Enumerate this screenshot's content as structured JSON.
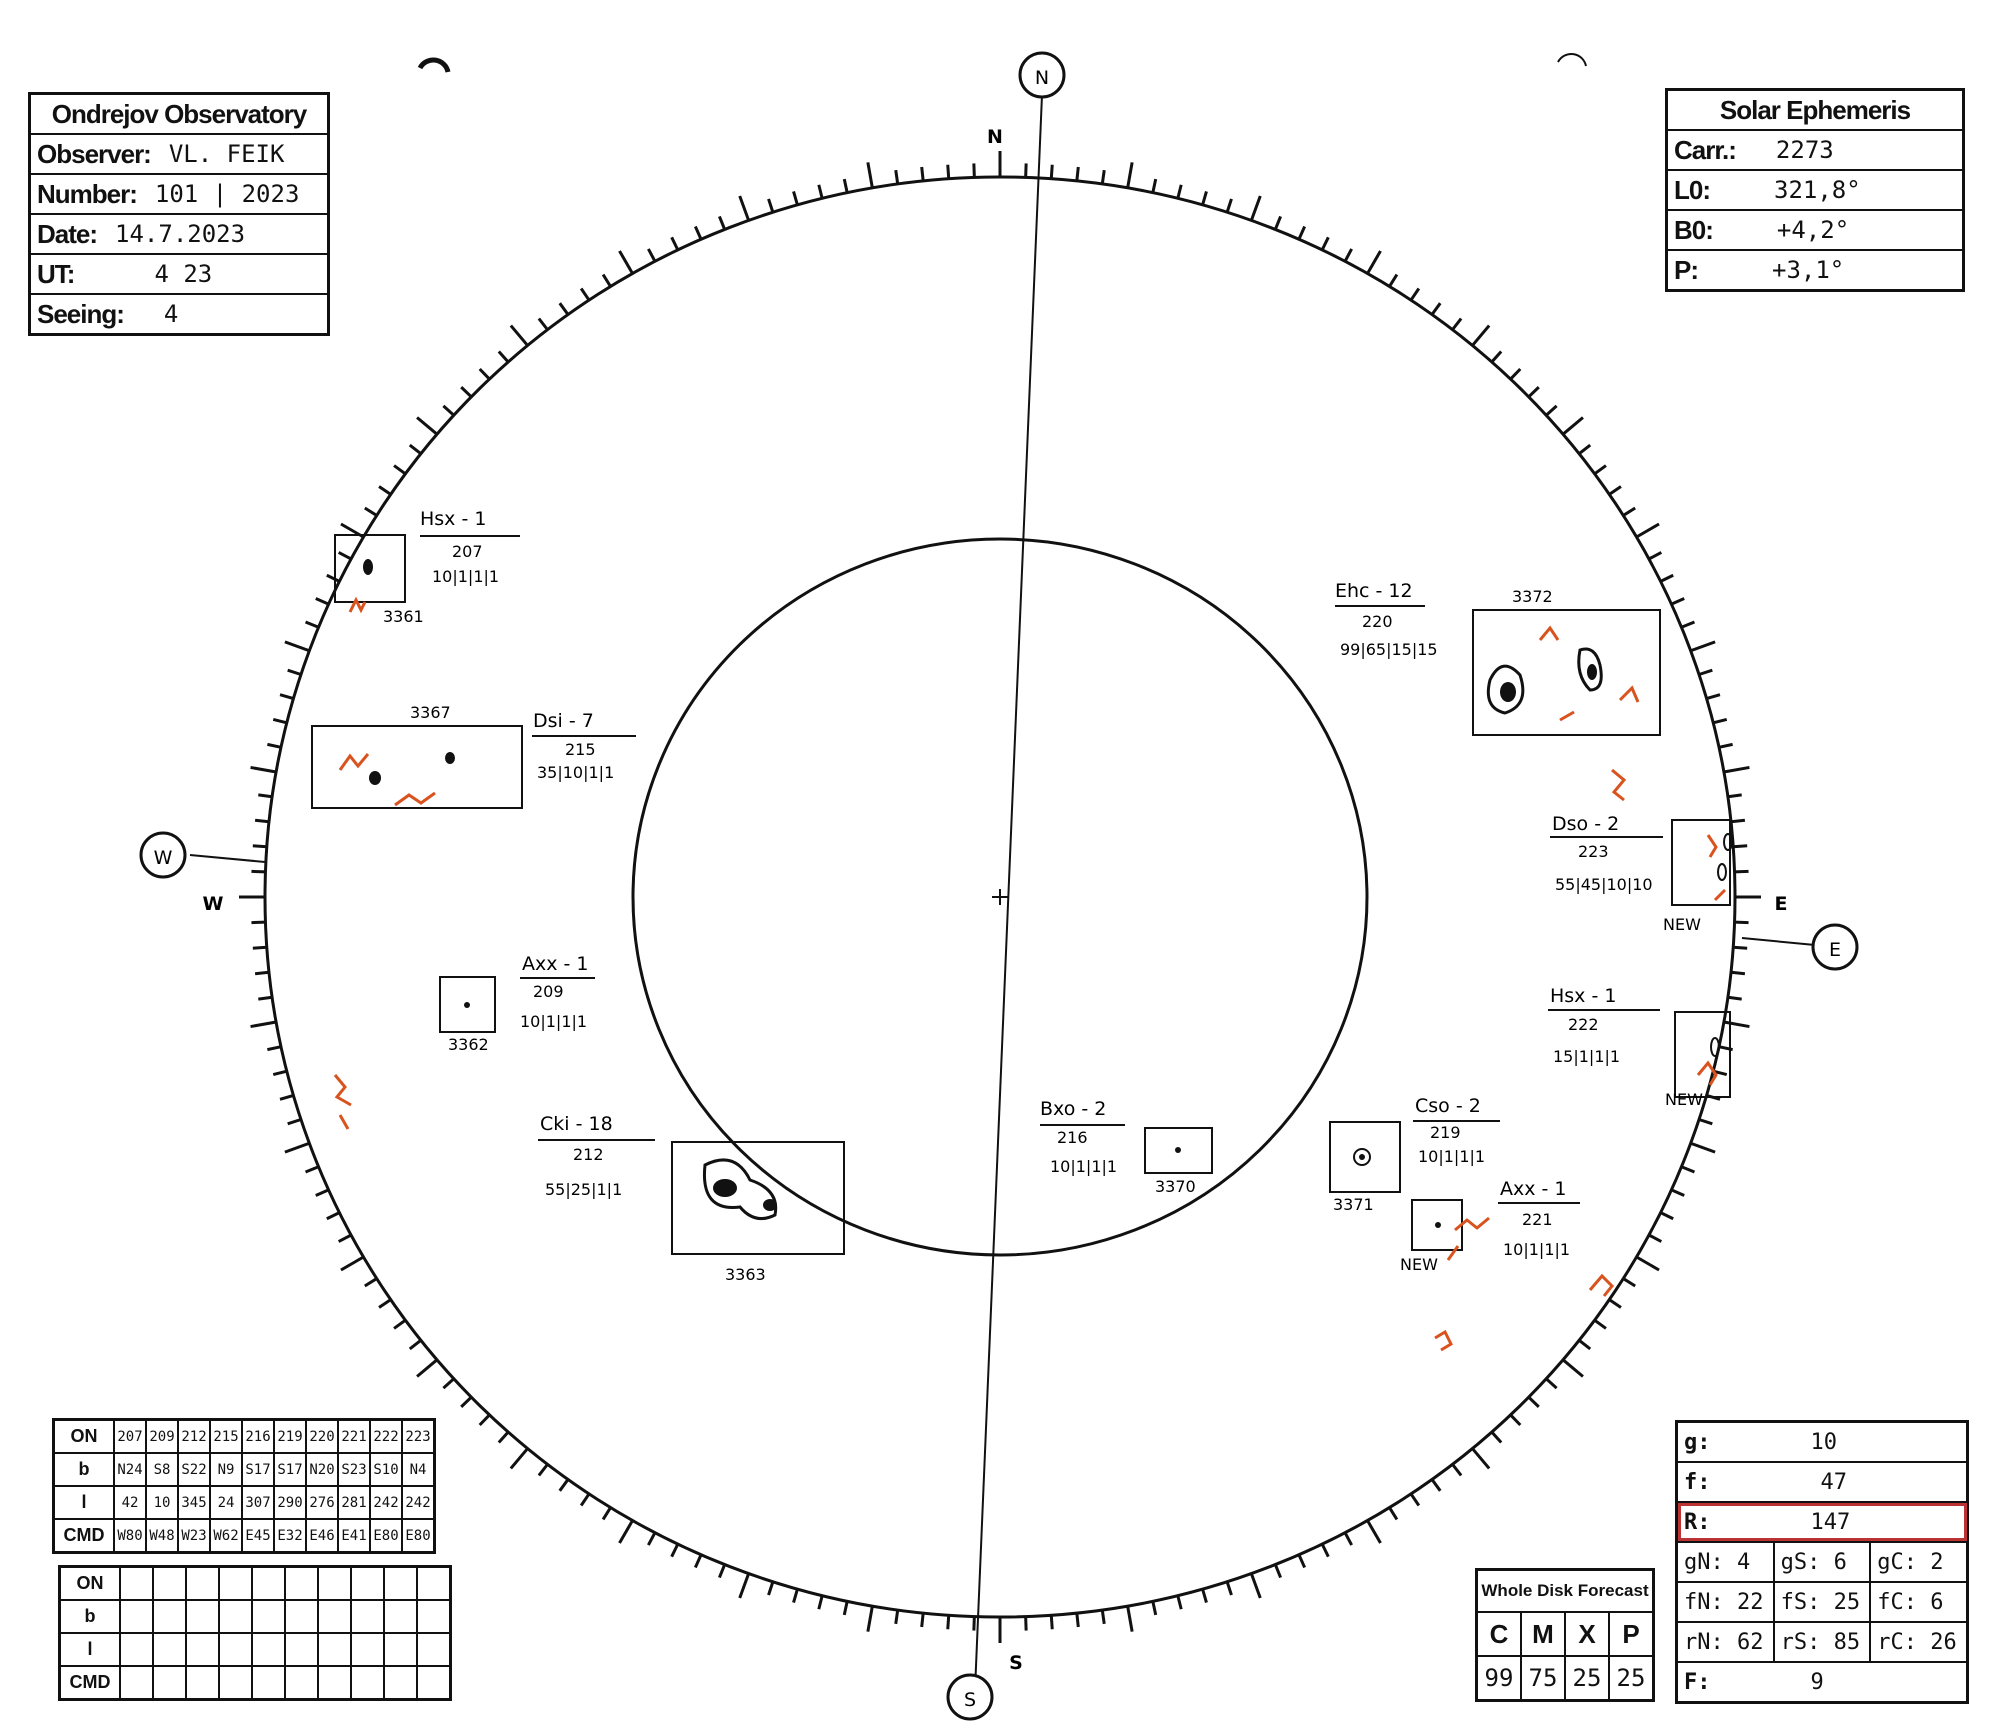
{
  "observatory": {
    "title": "Ondrejov Observatory",
    "observer_label": "Observer:",
    "observer": "VL. FEIK",
    "number_label": "Number:",
    "number": "101 | 2023",
    "date_label": "Date:",
    "date": "14.7.2023",
    "ut_label": "UT:",
    "ut": "4 23",
    "seeing_label": "Seeing:",
    "seeing": "4"
  },
  "ephemeris": {
    "title": "Solar Ephemeris",
    "carr_label": "Carr.:",
    "carr": "2273",
    "l0_label": "L0:",
    "l0": "321,8°",
    "b0_label": "B0:",
    "b0": "+4,2°",
    "p_label": "P:",
    "p": "+3,1°"
  },
  "compass": {
    "n": "N",
    "s": "S",
    "e": "E",
    "w": "W"
  },
  "groups": [
    {
      "cls": "Hsx - 1",
      "carr": "207",
      "counts": "10|1|1|1",
      "noaa": "3361"
    },
    {
      "cls": "Dsi - 7",
      "carr": "215",
      "counts": "35|10|1|1",
      "noaa": "3367"
    },
    {
      "cls": "Axx - 1",
      "carr": "209",
      "counts": "10|1|1|1",
      "noaa": "3362"
    },
    {
      "cls": "Cki - 18",
      "carr": "212",
      "counts": "55|25|1|1",
      "noaa": "3363"
    },
    {
      "cls": "Bxo - 2",
      "carr": "216",
      "counts": "10|1|1|1",
      "noaa": "3370"
    },
    {
      "cls": "Cso - 2",
      "carr": "219",
      "counts": "10|1|1|1",
      "noaa": "3371"
    },
    {
      "cls": "Axx - 1",
      "carr": "221",
      "counts": "10|1|1|1",
      "noaa": "NEW"
    },
    {
      "cls": "Ehc - 12",
      "carr": "220",
      "counts": "99|65|15|15",
      "noaa": "3372"
    },
    {
      "cls": "Dso - 2",
      "carr": "223",
      "counts": "55|45|10|10",
      "noaa": "NEW"
    },
    {
      "cls": "Hsx - 1",
      "carr": "222",
      "counts": "15|1|1|1",
      "noaa": "NEW"
    }
  ],
  "position_table": {
    "row_labels": [
      "ON",
      "b",
      "l",
      "CMD"
    ],
    "on": [
      "207",
      "209",
      "212",
      "215",
      "216",
      "219",
      "220",
      "221",
      "222",
      "223"
    ],
    "b": [
      "N24",
      "S8",
      "S22",
      "N9",
      "S17",
      "S17",
      "N20",
      "S23",
      "S10",
      "N4"
    ],
    "l": [
      "42",
      "10",
      "345",
      "24",
      "307",
      "290",
      "276",
      "281",
      "242",
      "242"
    ],
    "cmd": [
      "W80",
      "W48",
      "W23",
      "W62",
      "E45",
      "E32",
      "E46",
      "E41",
      "E80",
      "E80"
    ]
  },
  "empty_table": {
    "row_labels": [
      "ON",
      "b",
      "l",
      "CMD"
    ]
  },
  "forecast": {
    "title": "Whole Disk Forecast",
    "headers": [
      "C",
      "M",
      "X",
      "P"
    ],
    "values": [
      "99",
      "75",
      "25",
      "25"
    ]
  },
  "summary": {
    "g_label": "g:",
    "g": "10",
    "f_label": "f:",
    "f": "47",
    "r_label": "R:",
    "r": "147",
    "gn": "gN: 4",
    "gs": "gS: 6",
    "gc": "gC: 2",
    "fn": "fN: 22",
    "fs": "fS: 25",
    "fc": "fC: 6",
    "rn": "rN: 62",
    "rs": "rS: 85",
    "rc": "rC: 26",
    "F_label": "F:",
    "F": "9"
  },
  "colors": {
    "ink": "#111111",
    "facula": "#d9531e"
  }
}
